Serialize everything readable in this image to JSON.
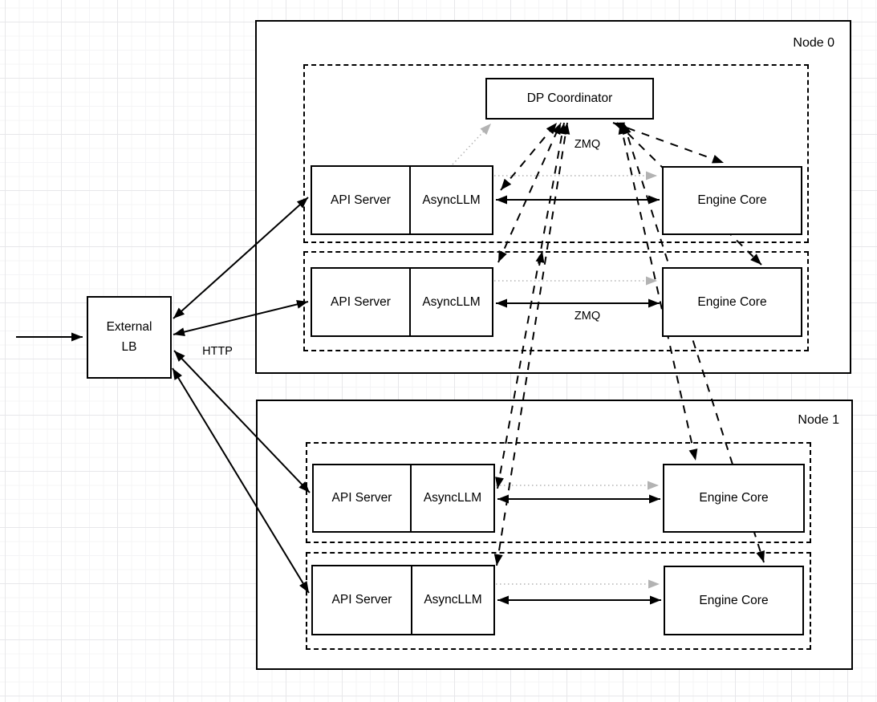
{
  "diagram": {
    "coordinator": {
      "label": "DP Coordinator"
    },
    "external_lb": {
      "line1": "External",
      "line2": "LB"
    },
    "edge_labels": {
      "http": "HTTP",
      "zmq_coordinator": "ZMQ",
      "zmq_row": "ZMQ"
    },
    "node0": {
      "label": "Node 0",
      "rows": [
        {
          "api": "API Server",
          "llm": "AsyncLLM",
          "engine": "Engine Core"
        },
        {
          "api": "API Server",
          "llm": "AsyncLLM",
          "engine": "Engine Core"
        }
      ]
    },
    "node1": {
      "label": "Node 1",
      "rows": [
        {
          "api": "API Server",
          "llm": "AsyncLLM",
          "engine": "Engine Core"
        },
        {
          "api": "API Server",
          "llm": "AsyncLLM",
          "engine": "Engine Core"
        }
      ]
    },
    "colors": {
      "stroke": "#000000",
      "box_fill": "#ffffff",
      "dotted_gray": "#b3b3b3",
      "grid_major": "#e7e7ea",
      "grid_minor": "#f4f4f6"
    }
  }
}
